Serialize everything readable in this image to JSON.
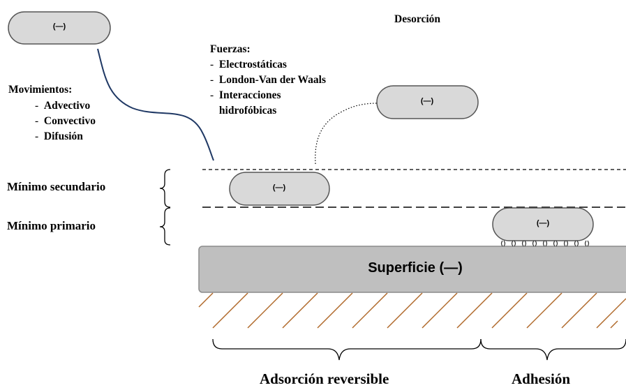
{
  "cells": {
    "top_left": "(—)",
    "desorption": "(—)",
    "secondary": "(—)",
    "primary": "(—)"
  },
  "desorcion_label": "Desorción",
  "fuerzas": {
    "title": "Fuerzas:",
    "items": [
      "Electrostáticas",
      "London-Van der Waals",
      "Interacciones",
      "hidrofóbicas"
    ]
  },
  "movimientos": {
    "title": "Movimientos:",
    "items": [
      "Advectivo",
      "Convectivo",
      "Difusión"
    ]
  },
  "minimo_secundario": "Mínimo secundario",
  "minimo_primario": "Mínimo primario",
  "superficie": "Superficie (—)",
  "adsorcion_reversible": "Adsorción reversible",
  "adhesion": "Adhesión",
  "colors": {
    "cell_fill": "#d9d9d9",
    "cell_stroke": "#555555",
    "surface_fill": "#bfbfbf",
    "surface_stroke": "#8c8c8c",
    "hatch": "#b0692a",
    "path": "#1f3864"
  }
}
